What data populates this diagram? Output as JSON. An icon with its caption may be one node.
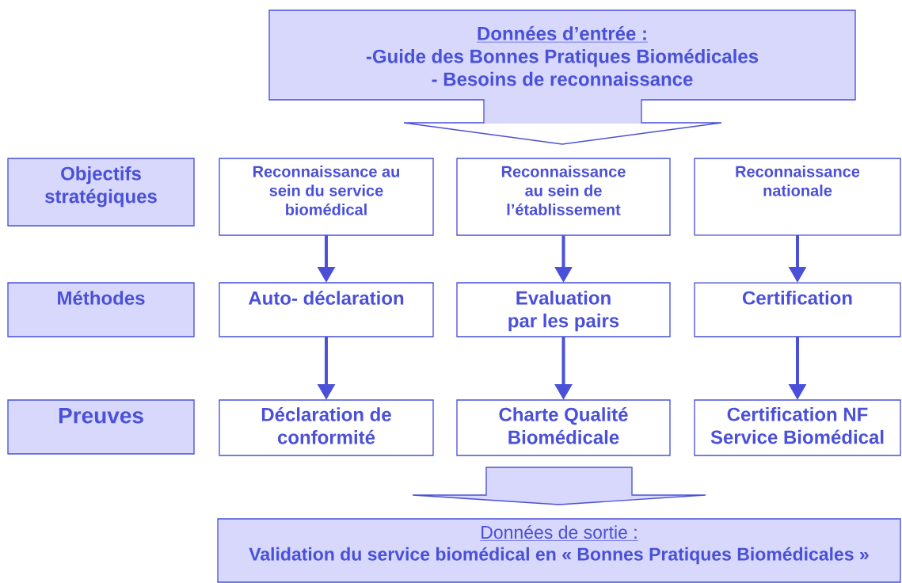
{
  "diagram": {
    "nodes": [
      {
        "text": [
          "Données d’entrée :",
          "-Guide des Bonnes Pratiques Biomédicales",
          "- Besoins de reconnaissance"
        ]
      },
      {
        "text": [
          "Objectifs stratégiques"
        ]
      },
      {
        "text": [
          "Reconnaissance au sein du service biomédical"
        ]
      },
      {
        "text": [
          "Reconnaissance au sein de l’établissement"
        ]
      },
      {
        "text": [
          "Reconnaissance nationale"
        ]
      },
      {
        "text": [
          "Méthodes"
        ]
      },
      {
        "text": [
          "Auto- déclaration"
        ]
      },
      {
        "text": [
          "Evaluation par les pairs"
        ]
      },
      {
        "text": [
          "Certification"
        ]
      },
      {
        "text": [
          "Preuves"
        ]
      },
      {
        "text": [
          "Déclaration de conformité"
        ]
      },
      {
        "text": [
          "Charte Qualité Biomédicale"
        ]
      },
      {
        "text": [
          "Certification NF Service Biomédical"
        ]
      },
      {
        "text": [
          "Données de sortie :",
          "Validation du service biomédical en « Bonnes Pratiques Biomédicales »"
        ]
      }
    ],
    "edges": [
      {
        "from": 2,
        "to": 6,
        "arrow": "to"
      },
      {
        "from": 6,
        "to": 10,
        "arrow": "to"
      },
      {
        "from": 3,
        "to": 7,
        "arrow": "to"
      },
      {
        "from": 7,
        "to": 11,
        "arrow": "to"
      },
      {
        "from": 4,
        "to": 8,
        "arrow": "to"
      },
      {
        "from": 8,
        "to": 12,
        "arrow": "to"
      },
      {
        "from": null,
        "to": 13,
        "arrow": "to",
        "style": "thick"
      }
    ]
  }
}
